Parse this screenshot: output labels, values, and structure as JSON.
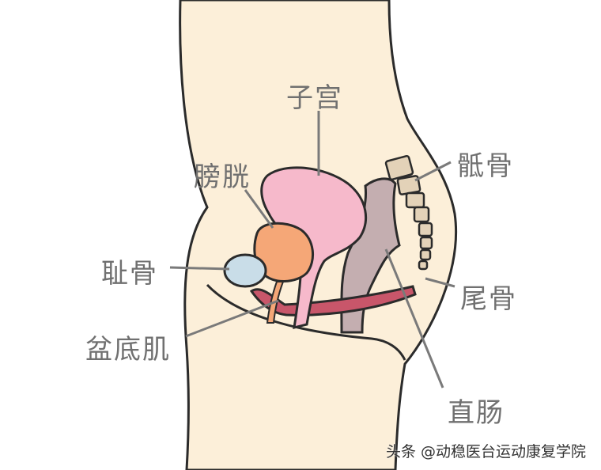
{
  "labels": {
    "uterus": "子宫",
    "bladder": "膀胱",
    "sacrum": "骶骨",
    "pubis": "耻骨",
    "coccyx": "尾骨",
    "pelvic_floor": "盆底肌",
    "rectum": "直肠"
  },
  "watermark": "头条 @动稳医台运动康复学院",
  "colors": {
    "body": "#fcefd9",
    "uterus": "#f6b9cb",
    "bladder": "#f5a777",
    "pubis": "#c9dde8",
    "rectum": "#c4aeb0",
    "pelvic_floor": "#c8566a",
    "bone": "#e3d2b8",
    "label": "#707070"
  }
}
